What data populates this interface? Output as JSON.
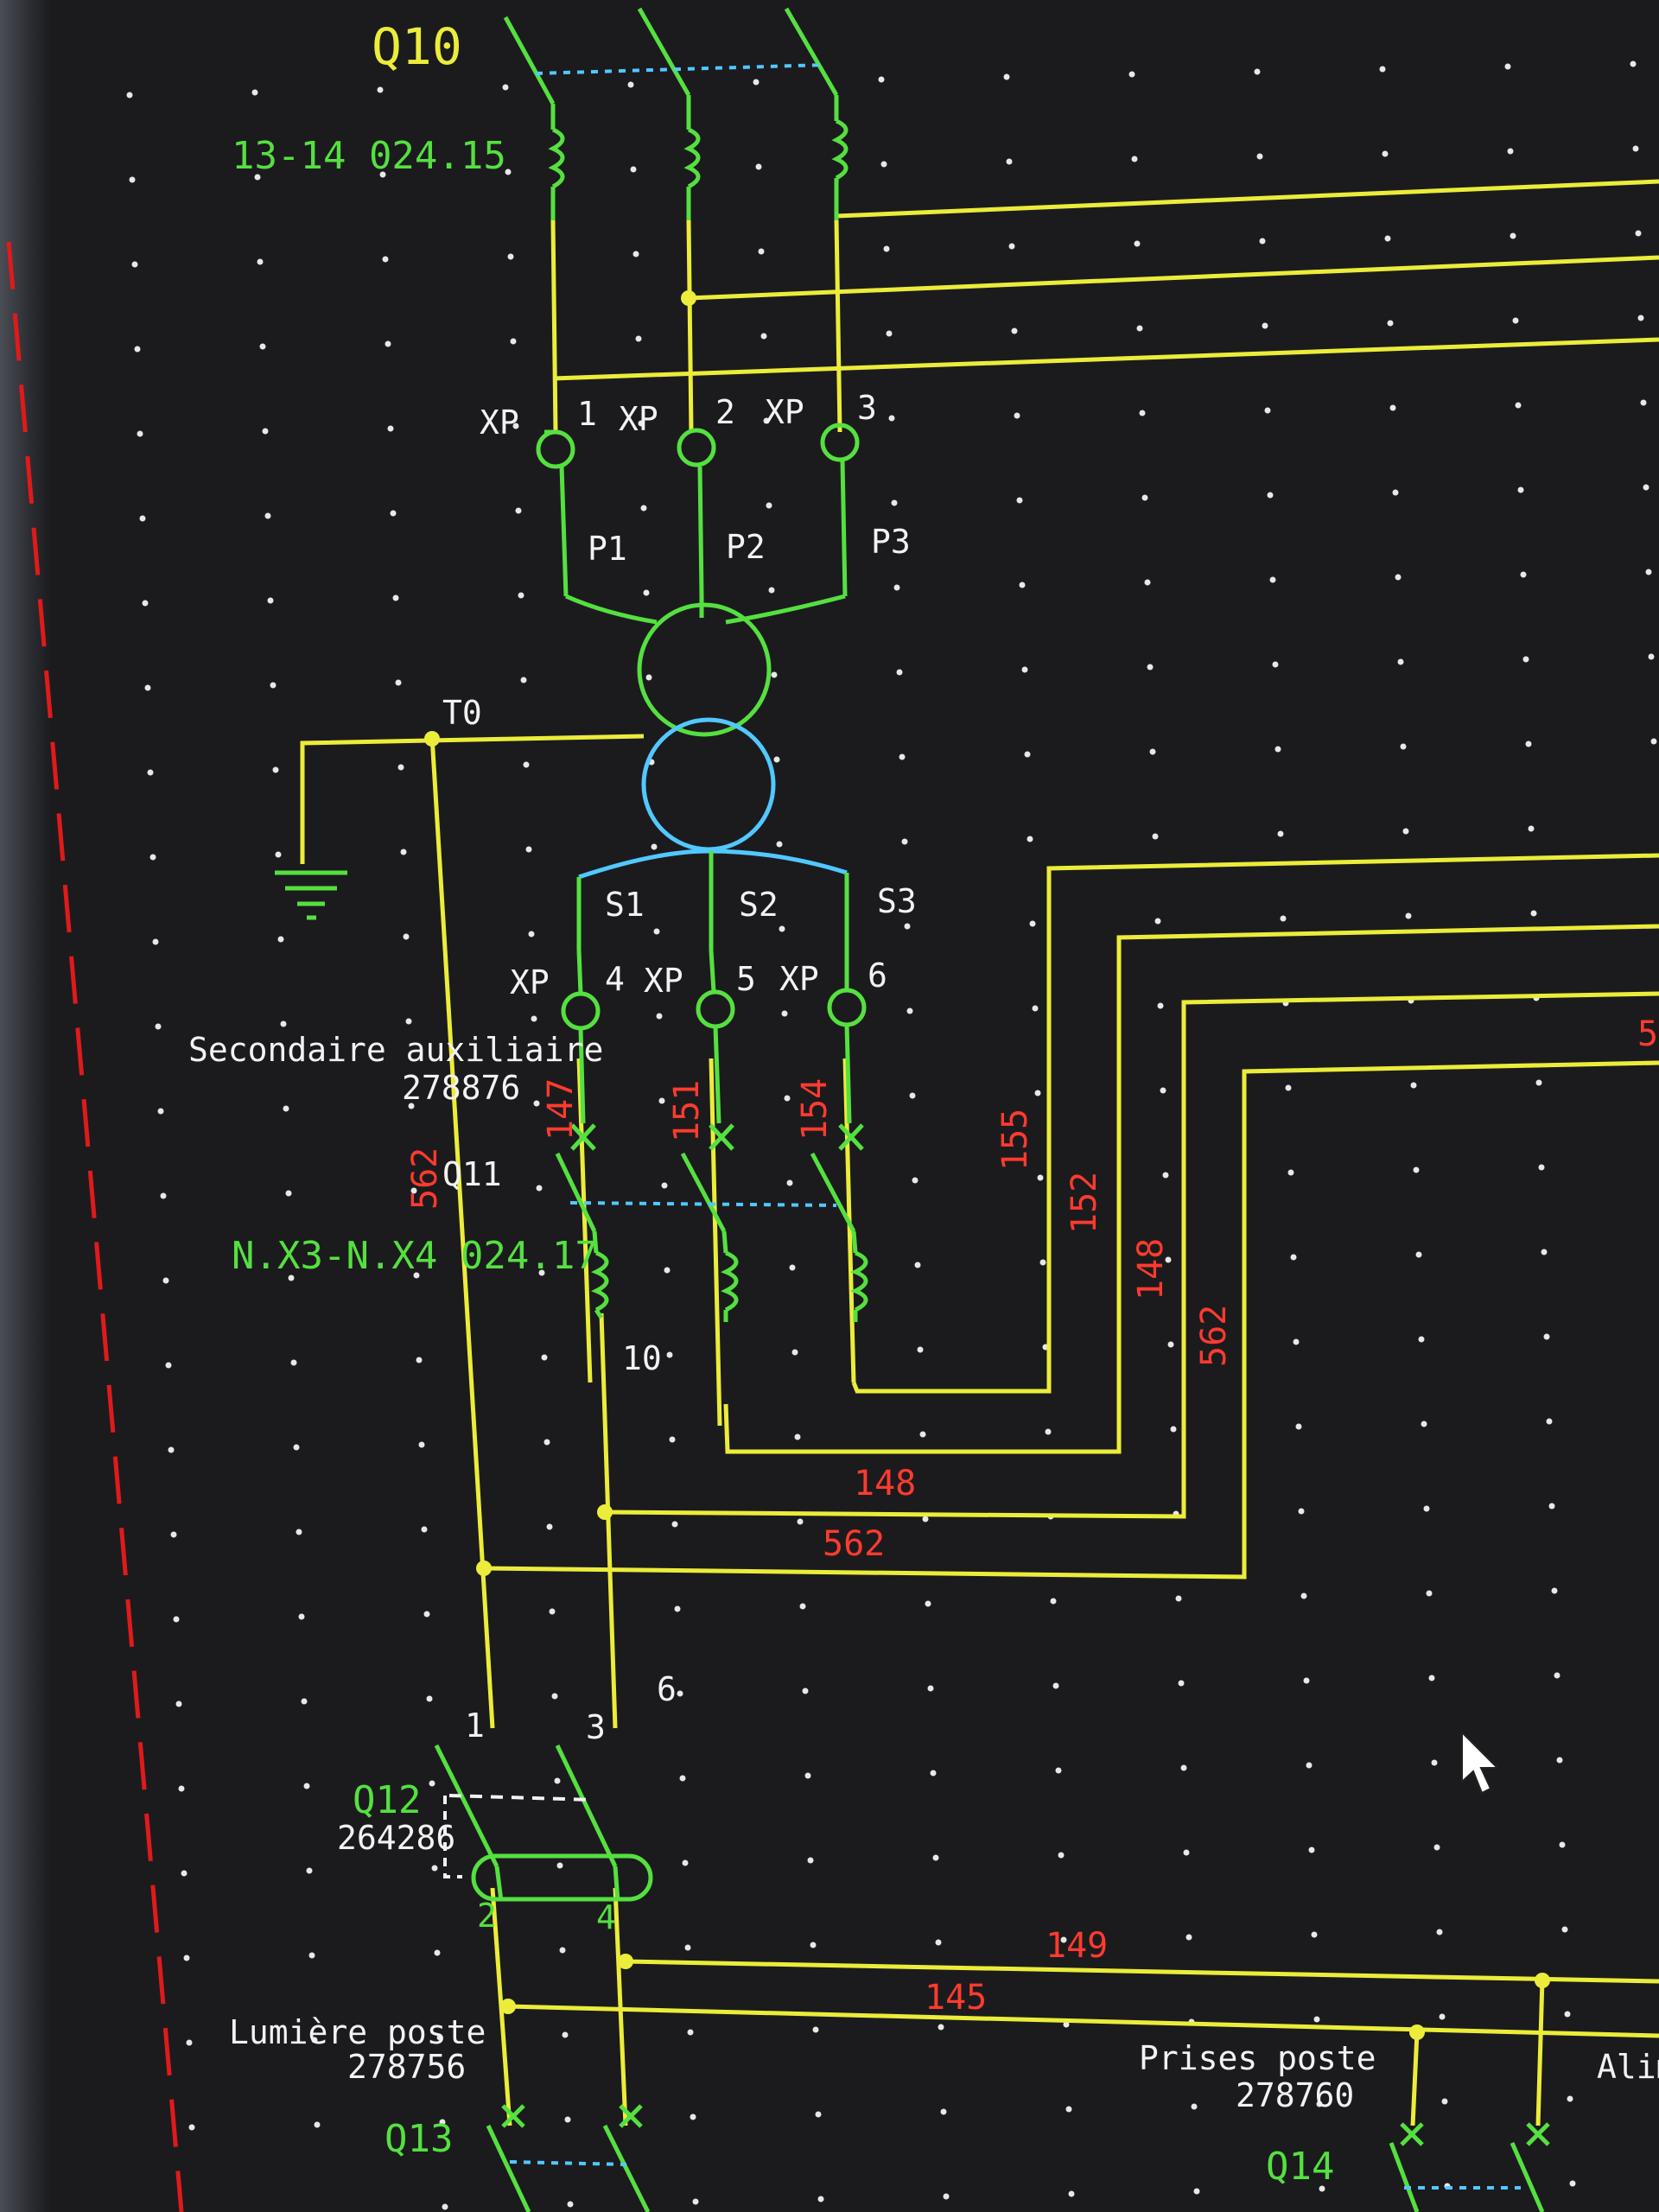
{
  "colors": {
    "background": "#1b1b1e",
    "wire": "#ecec3a",
    "component": "#55e040",
    "secondary_coil": "#52c8ff",
    "wire_number": "#ff3b2e",
    "text": "#f2f2f2",
    "frame_line": "#e01a1a"
  },
  "devices": {
    "q10": {
      "tag": "Q10",
      "ref": "13-14 024.15"
    },
    "transformer": {
      "tag": "T0"
    },
    "q11": {
      "tag": "Q11",
      "ref": "N.X3-N.X4 024.17",
      "rating": "10"
    },
    "q12": {
      "tag": "Q12",
      "ref": "264286",
      "rating": "6"
    },
    "q13": {
      "tag": "Q13"
    },
    "q14": {
      "tag": "Q14"
    }
  },
  "terminals": {
    "xp": [
      "XP",
      "1",
      "XP",
      "2",
      "XP",
      "3"
    ],
    "xp_sec": [
      "XP",
      "4",
      "XP",
      "5",
      "XP",
      "6"
    ]
  },
  "windings": {
    "primary": [
      "P1",
      "P2",
      "P3"
    ],
    "secondary": [
      "S1",
      "S2",
      "S3"
    ]
  },
  "pins": {
    "q12": [
      "1",
      "3",
      "2",
      "4"
    ]
  },
  "labels": {
    "secondaire": "Secondaire auxiliaire",
    "secondaire_ref": "278876",
    "lumiere": "Lumière poste",
    "lumiere_ref": "278756",
    "prises": "Prises poste",
    "prises_ref": "278760",
    "alim": "Alim"
  },
  "wire_numbers": {
    "w147": "147",
    "w151": "151",
    "w154": "154",
    "w155": "155",
    "w152": "152",
    "w148v": "148",
    "w562v": "562",
    "w562l": "562",
    "w148h": "148",
    "w562h": "562",
    "w149": "149",
    "w145": "145",
    "w5": "5"
  }
}
